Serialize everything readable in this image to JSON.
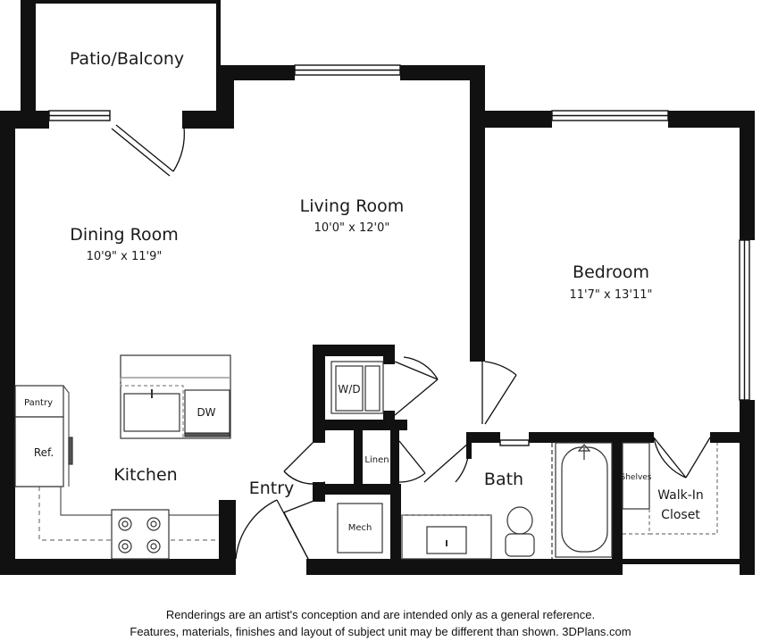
{
  "rooms": {
    "patio": {
      "name": "Patio/Balcony"
    },
    "living": {
      "name": "Living Room",
      "dim": "10'0\" x 12'0\""
    },
    "dining": {
      "name": "Dining Room",
      "dim": "10'9\" x 11'9\""
    },
    "bedroom": {
      "name": "Bedroom",
      "dim": "11'7\" x 13'11\""
    },
    "kitchen": {
      "name": "Kitchen"
    },
    "bath": {
      "name": "Bath"
    },
    "entry": {
      "name": "Entry"
    },
    "closet": {
      "name_line1": "Walk-In",
      "name_line2": "Closet"
    }
  },
  "fixtures": {
    "pantry": "Pantry",
    "ref": "Ref.",
    "dw": "DW",
    "wd": "W/D",
    "linen": "Linen",
    "mech": "Mech",
    "shelves": "Shelves"
  },
  "disclaimer": {
    "line1": "Renderings are an artist's conception and are intended only as a general reference.",
    "line2": "Features, materials, finishes and layout of subject unit may be different than shown. 3DPlans.com"
  }
}
